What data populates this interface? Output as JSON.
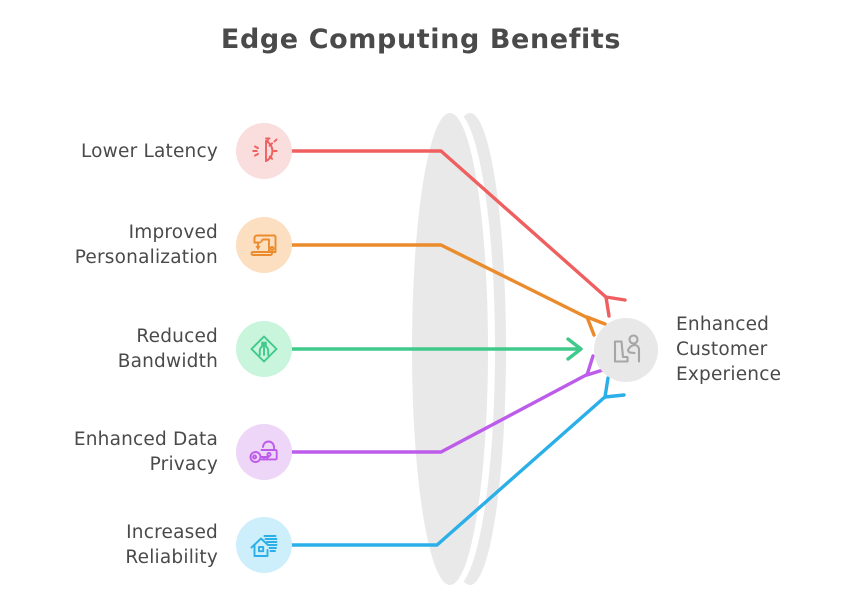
{
  "title": "Edge Computing Benefits",
  "colors": {
    "title_text": "#4a4a4a",
    "label_text": "#4a4a4a",
    "background": "#ffffff",
    "center_shape": "#e9e9e9",
    "target_badge": "#e8e8e8",
    "target_icon": "#a6a6a6"
  },
  "benefits": [
    {
      "label": "Lower Latency",
      "icon": "stopwatch-speed-icon",
      "color": "#ef5f5f",
      "badge_bg": "#fadddd"
    },
    {
      "label": "Improved\nPersonalization",
      "icon": "sewing-machine-icon",
      "color": "#ec8b2c",
      "badge_bg": "#fbdfc0"
    },
    {
      "label": "Reduced\nBandwidth",
      "icon": "narrowing-road-sign-icon",
      "color": "#3fc98b",
      "badge_bg": "#c9f5dd"
    },
    {
      "label": "Enhanced Data\nPrivacy",
      "icon": "lock-and-key-icon",
      "color": "#bd5ceb",
      "badge_bg": "#edd6f7"
    },
    {
      "label": "Increased\nReliability",
      "icon": "house-wind-icon",
      "color": "#2aafe8",
      "badge_bg": "#cdeefb"
    }
  ],
  "target": {
    "label": "Enhanced\nCustomer\nExperience",
    "icon": "person-at-desk-icon"
  },
  "center_shape": {
    "name": "stacked-layers-shape",
    "layers": 2
  },
  "connectors": [
    {
      "from": "Lower Latency",
      "to": "Enhanced Customer Experience",
      "color": "#ef5f5f",
      "arrow": true
    },
    {
      "from": "Improved Personalization",
      "to": "Enhanced Customer Experience",
      "color": "#ec8b2c",
      "arrow": true
    },
    {
      "from": "Reduced Bandwidth",
      "to": "Enhanced Customer Experience",
      "color": "#3fc98b",
      "arrow": true
    },
    {
      "from": "Enhanced Data Privacy",
      "to": "Enhanced Customer Experience",
      "color": "#bd5ceb",
      "arrow": true
    },
    {
      "from": "Increased Reliability",
      "to": "Enhanced Customer Experience",
      "color": "#2aafe8",
      "arrow": true
    }
  ]
}
